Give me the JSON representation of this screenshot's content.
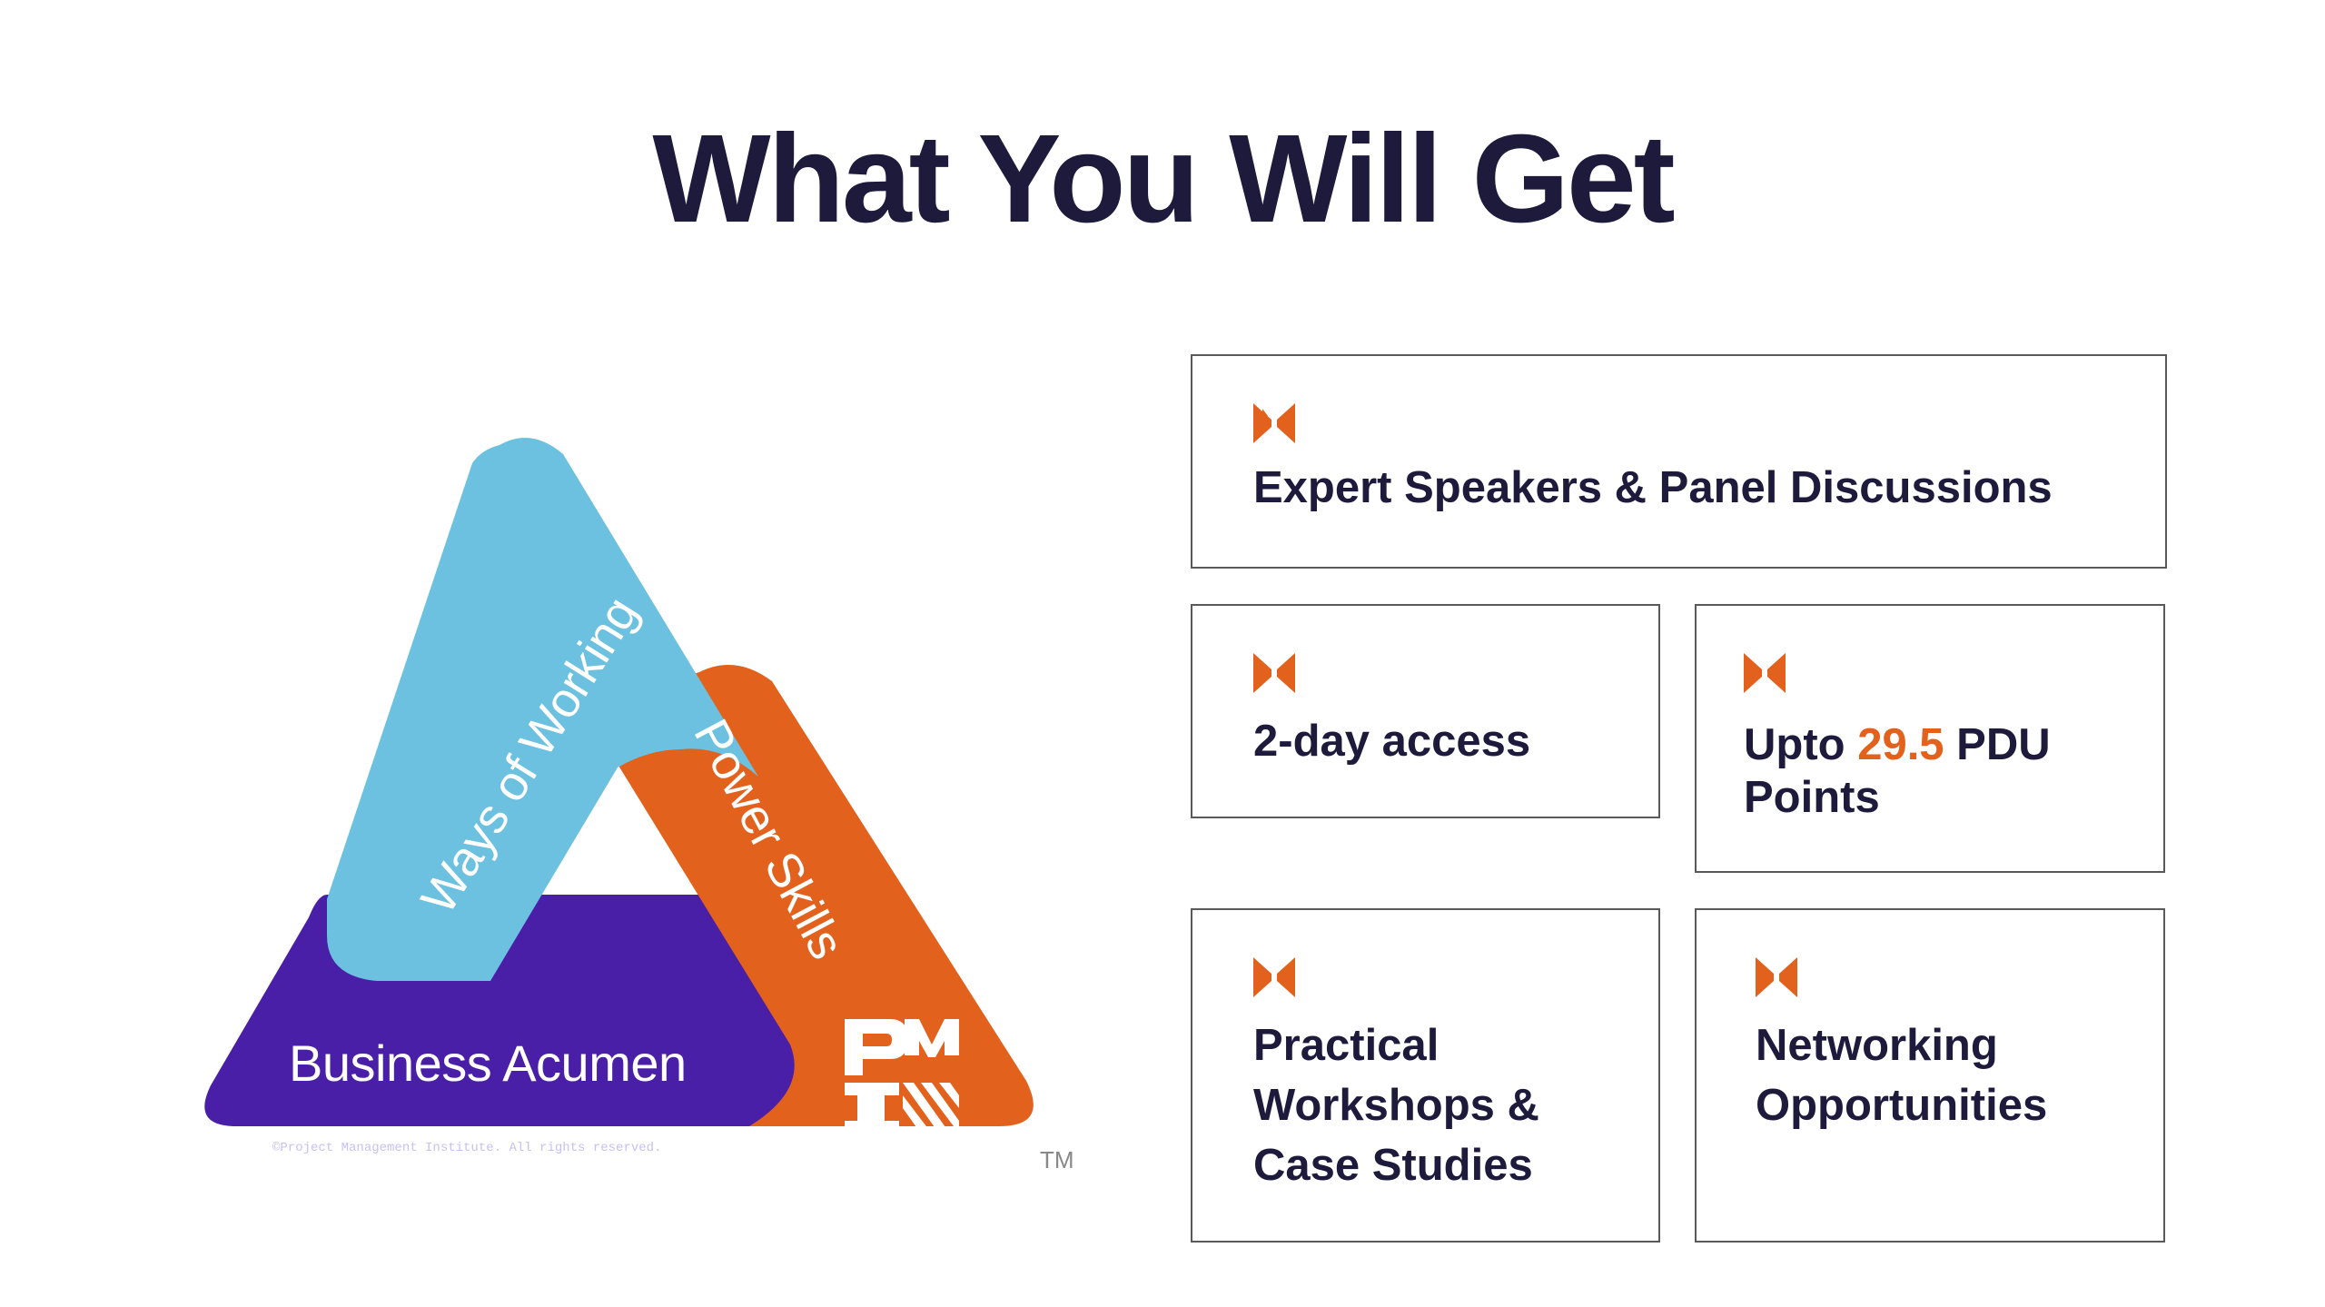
{
  "page": {
    "title": "What You Will Get"
  },
  "triangle": {
    "sides": {
      "ways_of_working": "Ways of Working",
      "power_skills": "Power Skills",
      "business_acumen": "Business Acumen"
    },
    "copyright": "©Project Management Institute. All rights reserved.",
    "trademark": "TM",
    "logo_text": "PMI",
    "colors": {
      "ways_of_working": "#6cc0e0",
      "power_skills": "#e2621d",
      "business_acumen": "#4a1fa8"
    }
  },
  "cards": {
    "bullet_icon": "pmi-bullet-icon",
    "bullet_color": "#e2621d",
    "expert": {
      "label": "Expert Speakers & Panel Discussions"
    },
    "access": {
      "label": "2-day access"
    },
    "pdu": {
      "prefix": "Upto ",
      "value": "29.5",
      "suffix": " PDU",
      "line2": "Points"
    },
    "workshops": {
      "line1": "Practical",
      "line2": "Workshops &",
      "line3": "Case Studies"
    },
    "networking": {
      "line1": "Networking",
      "line2": "Opportunities"
    }
  }
}
